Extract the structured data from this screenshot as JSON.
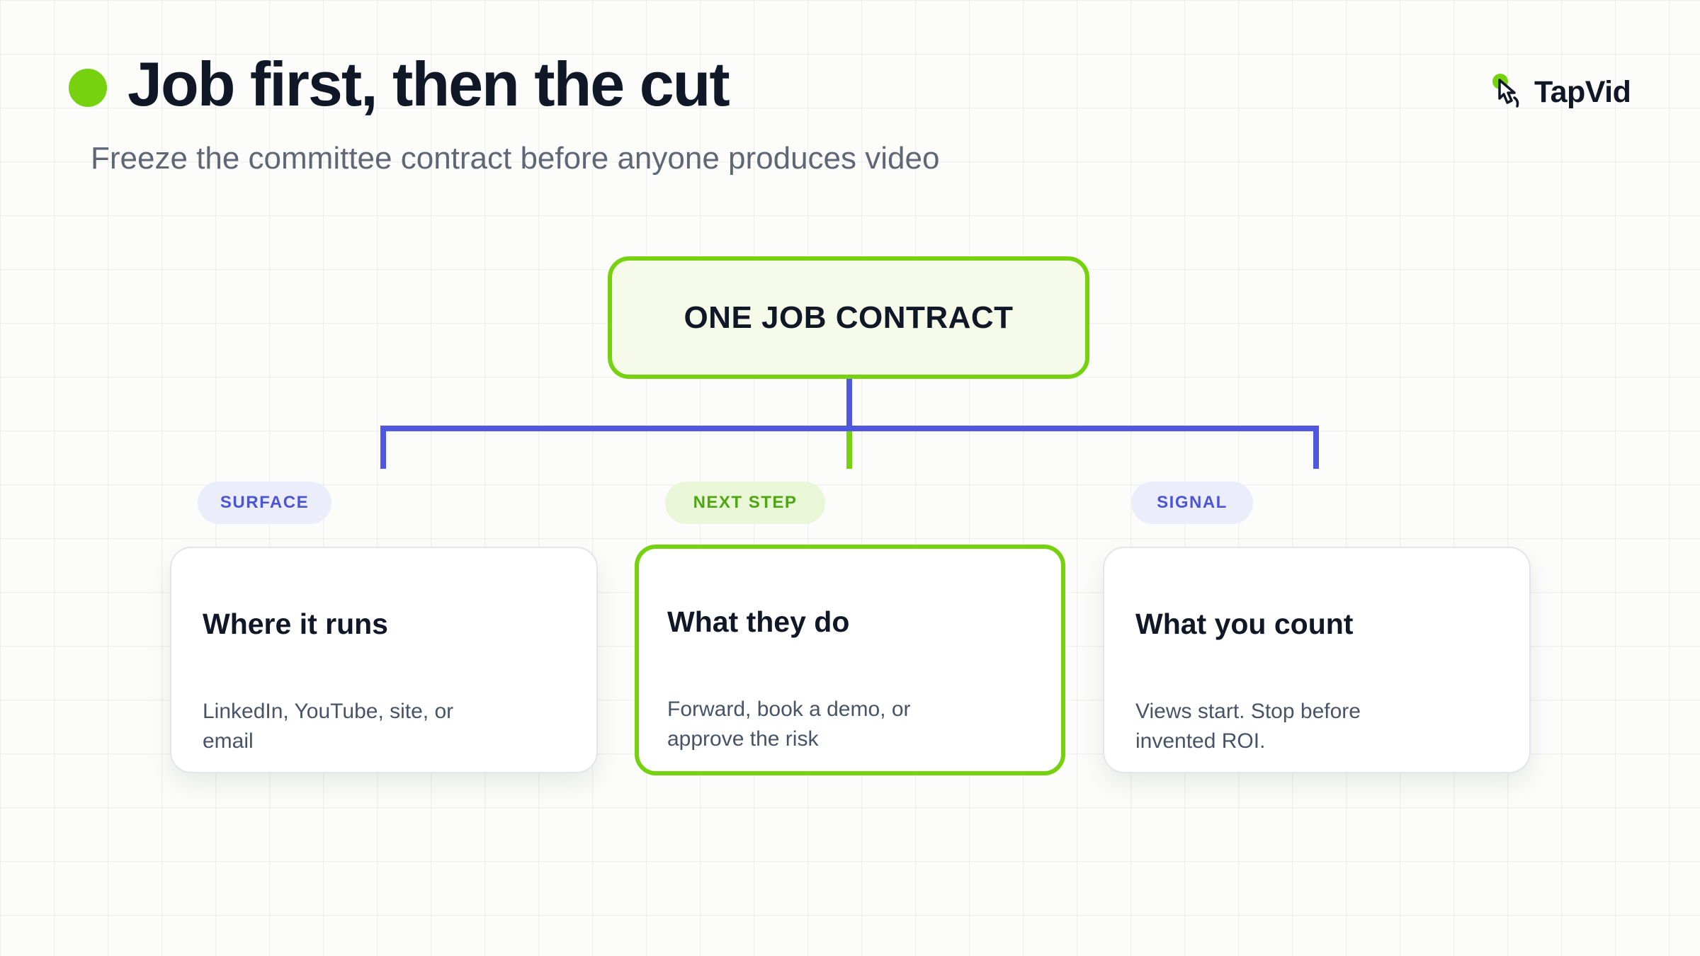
{
  "header": {
    "title": "Job first, then the cut",
    "subtitle": "Freeze the committee contract before anyone produces video"
  },
  "brand": {
    "name": "TapVid",
    "icon": "pointer-hand-icon"
  },
  "diagram": {
    "root": {
      "label": "ONE JOB CONTRACT"
    },
    "branches": [
      {
        "tag": "SURFACE",
        "title": "Where it runs",
        "description": "LinkedIn, YouTube, site, or email",
        "highlighted": false
      },
      {
        "tag": "NEXT STEP",
        "title": "What they do",
        "description": "Forward, book a demo, or approve the risk",
        "highlighted": true
      },
      {
        "tag": "SIGNAL",
        "title": "What you count",
        "description": "Views start. Stop before invented ROI.",
        "highlighted": false
      }
    ]
  },
  "colors": {
    "accent_green": "#76d20f",
    "connector_blue": "#4f56e0",
    "text_dark": "#101828",
    "text_muted": "#475467"
  }
}
